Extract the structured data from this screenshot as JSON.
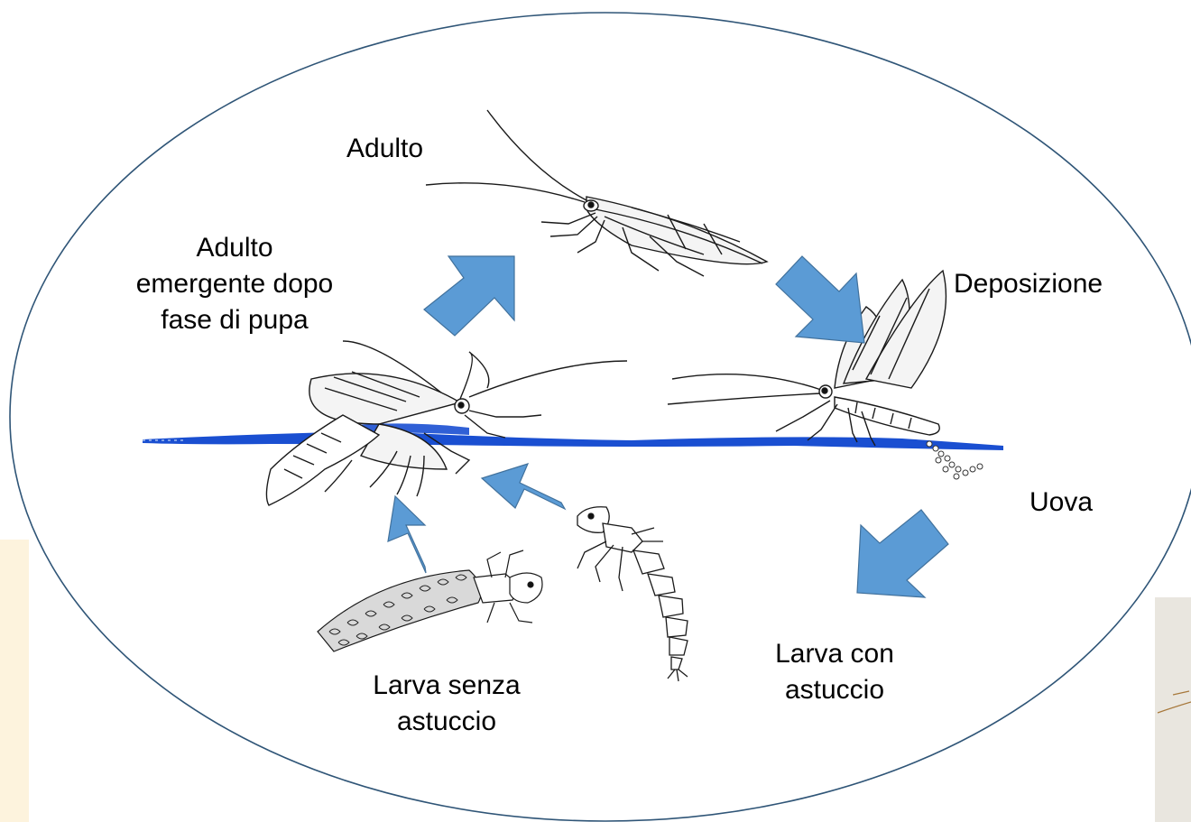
{
  "colors": {
    "ellipse_stroke": "#2f5577",
    "arrow_fill": "#5b9bd5",
    "arrow_stroke": "#41719c",
    "water": "#1a4fd1",
    "left_strip": "#fdf3dd",
    "right_photo": "#e9e6df"
  },
  "stages": {
    "adult": "Adulto",
    "emerging_line1": "Adulto",
    "emerging_line2": "emergente dopo",
    "emerging_line3": "fase di pupa",
    "oviposition": "Deposizione",
    "eggs": "Uova",
    "larva_case_line1": "Larva con",
    "larva_case_line2": "astuccio",
    "larva_nocase_line1": "Larva senza",
    "larva_nocase_line2": "astuccio"
  },
  "illustrations": [
    "flying-adult-icon",
    "ovipositing-adult-icon",
    "emerging-adult-icon",
    "free-larva-icon",
    "case-larva-icon",
    "eggs-icon"
  ]
}
